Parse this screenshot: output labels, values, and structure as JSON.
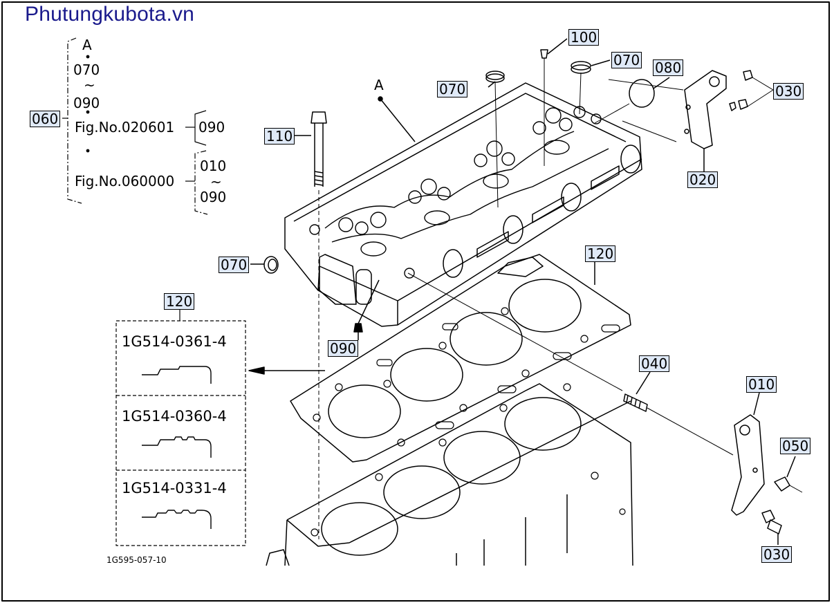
{
  "site": {
    "title": "Phutungkubota.vn"
  },
  "callouts": {
    "c100": "100",
    "c070_top": "070",
    "c070_left": "070",
    "c080": "080",
    "c030_top": "030",
    "c020": "020",
    "c060": "060",
    "c110": "110",
    "c070_side": "070",
    "c090": "090",
    "c120_top": "120",
    "c120_box": "120",
    "c040": "040",
    "c010": "010",
    "c050": "050",
    "c030_bottom": "030"
  },
  "legend": {
    "a": "A",
    "from": "070",
    "tilde": "~",
    "to": "090",
    "fig1": "Fig.No.020601",
    "fig1_ref": "090",
    "fig2": "Fig.No.060000",
    "fig2_from": "010",
    "fig2_to": "090",
    "point_a": "A"
  },
  "gasket_variants": [
    {
      "part_no": "1G514-0361-4"
    },
    {
      "part_no": "1G514-0360-4"
    },
    {
      "part_no": "1G514-0331-4"
    }
  ],
  "drawing_code": "1G595-057-10"
}
